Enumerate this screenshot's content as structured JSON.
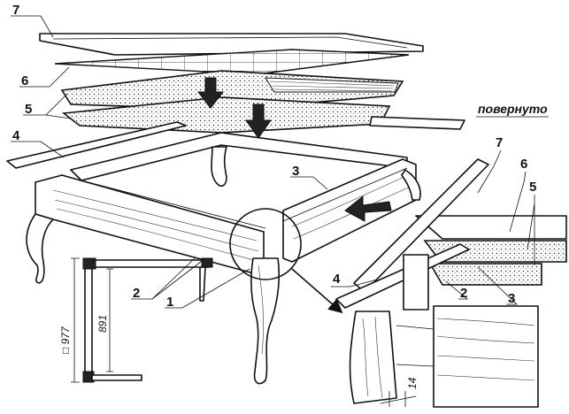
{
  "labels": {
    "p1": "1",
    "p2": "2",
    "p2b": "2",
    "p3": "3",
    "p3b": "3",
    "p4": "4",
    "p4b": "4",
    "p5": "5",
    "p5b": "5",
    "p6": "6",
    "p6b": "6",
    "p7": "7",
    "p7b": "7"
  },
  "note_rotated": "повернуто",
  "dimensions": {
    "outer": "□ 977",
    "inner": "891",
    "gap": "14"
  }
}
